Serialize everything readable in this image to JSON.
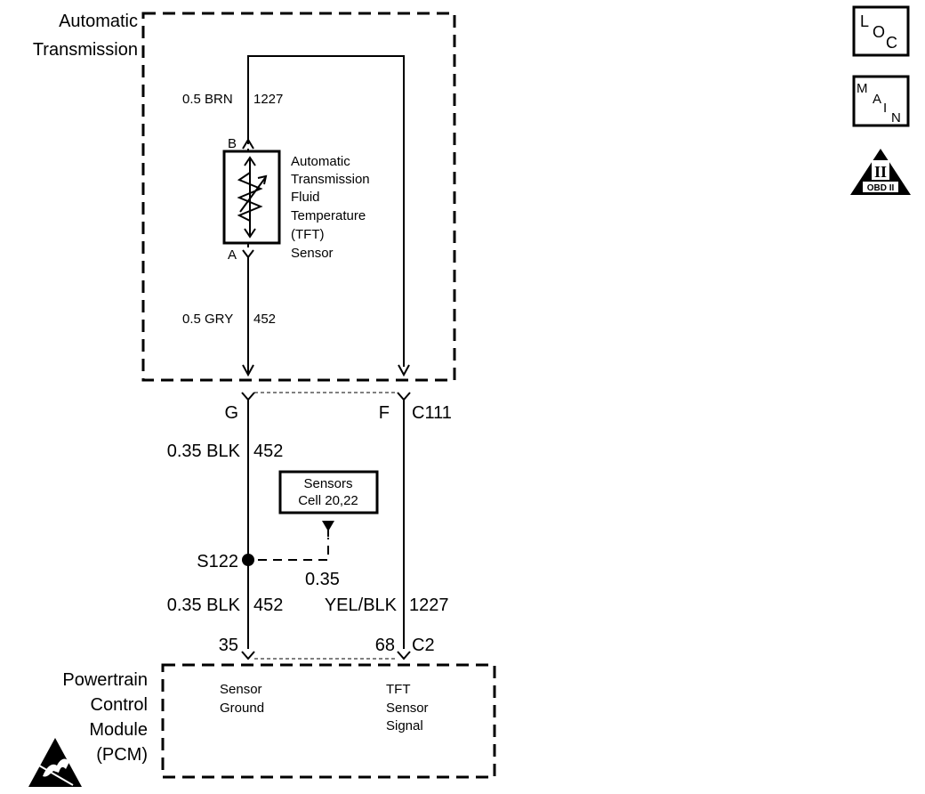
{
  "transmission": {
    "label_line1": "Automatic",
    "label_line2": "Transmission"
  },
  "sensor": {
    "line1": "Automatic",
    "line2": "Transmission",
    "line3": "Fluid",
    "line4": "Temperature",
    "line5": "(TFT)",
    "line6": "Sensor",
    "pin_b": "B",
    "pin_a": "A"
  },
  "wires": {
    "brn": "0.5 BRN",
    "brn_circuit": "1227",
    "gry": "0.5 GRY",
    "gry_circuit": "452",
    "blk_upper": "0.35 BLK",
    "blk_upper_circuit": "452",
    "blk_lower": "0.35 BLK",
    "blk_lower_circuit": "452",
    "yel_gauge": "0.35",
    "yel": "YEL/BLK",
    "yel_circuit": "1227"
  },
  "connector_c111": {
    "pin_g": "G",
    "pin_f": "F",
    "name": "C111"
  },
  "sensors_cell": {
    "line1": "Sensors",
    "line2": "Cell 20,22"
  },
  "splice": {
    "name": "S122"
  },
  "connector_c2": {
    "pin_35": "35",
    "pin_68": "68",
    "name": "C2"
  },
  "pcm": {
    "line1": "Powertrain",
    "line2": "Control",
    "line3": "Module",
    "line4": "(PCM)",
    "ground_line1": "Sensor",
    "ground_line2": "Ground",
    "signal_line1": "TFT",
    "signal_line2": "Sensor",
    "signal_line3": "Signal"
  },
  "icons": {
    "loc_l": "L",
    "loc_o": "O",
    "loc_c": "C",
    "main_m": "M",
    "main_a": "A",
    "main_i": "I",
    "main_n": "N",
    "obd_numeral": "II",
    "obd_label": "OBD II"
  }
}
